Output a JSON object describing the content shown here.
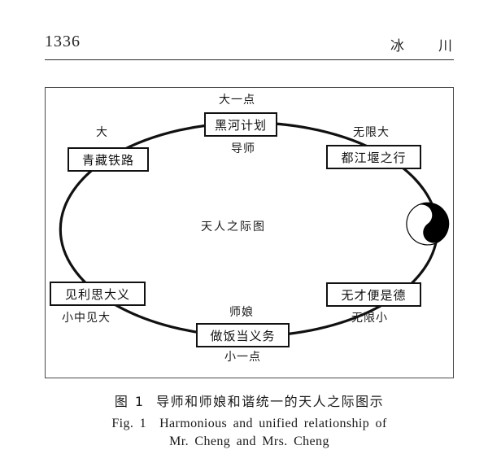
{
  "page": {
    "number": "1336",
    "journal_chars": [
      "冰",
      "川"
    ]
  },
  "figure": {
    "center_label": "天人之际图",
    "taiji_icon": "yin-yang-symbol",
    "nodes": [
      {
        "id": "qingzang",
        "text": "青藏铁路",
        "outer_label": "大",
        "position": "upper-left"
      },
      {
        "id": "heihe",
        "text": "黑河计划",
        "outer_label": "大一点",
        "inner_label": "导师",
        "position": "top"
      },
      {
        "id": "dujiangyan",
        "text": "都江堰之行",
        "outer_label": "无限大",
        "position": "upper-right"
      },
      {
        "id": "jianli",
        "text": "见利思大义",
        "outer_label": "小中见大",
        "position": "lower-left"
      },
      {
        "id": "wucai",
        "text": "无才便是德",
        "outer_label": "无限小",
        "position": "lower-right"
      },
      {
        "id": "zuofan",
        "text": "做饭当义务",
        "outer_label": "小一点",
        "inner_label": "师娘",
        "position": "bottom"
      }
    ],
    "colors": {
      "frame": "#4a4a4a",
      "ellipse": "#111111",
      "box_border": "#111111",
      "text": "#111111",
      "taiji_dark": "#000000",
      "taiji_light": "#ffffff"
    }
  },
  "caption": {
    "cn_number": "图 1",
    "cn_text": "导师和师娘和谐统一的天人之际图示",
    "en_number": "Fig. 1",
    "en_line1": "Harmonious and unified relationship of",
    "en_line2": "Mr. Cheng and Mrs. Cheng"
  }
}
